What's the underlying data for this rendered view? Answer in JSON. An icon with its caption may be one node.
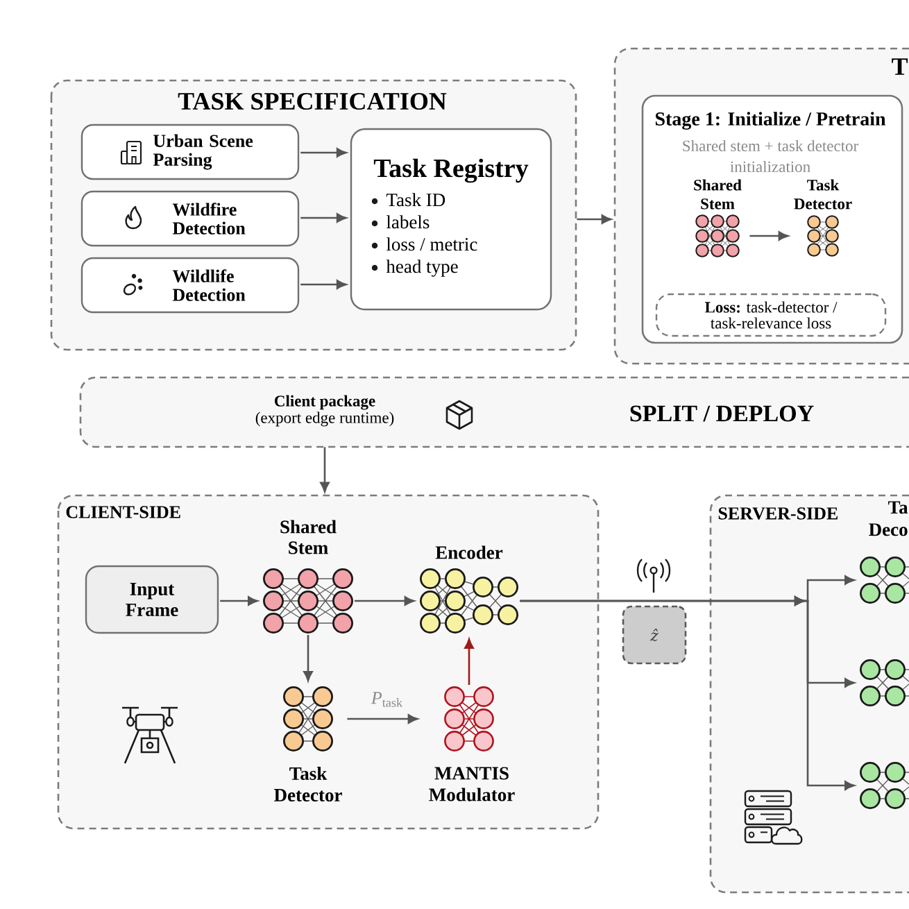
{
  "diagram": {
    "nodes": [
      {
        "text": [
          "TASK SPECIFICATION"
        ]
      },
      {
        "text": [
          "Urban Scene Parsing"
        ],
        "in": 0
      },
      {
        "text": [
          "Wildfire Detection"
        ],
        "in": 0
      },
      {
        "text": [
          "Wildlife Detection"
        ],
        "in": 0
      },
      {
        "text": [
          "Task Registry",
          "Task ID",
          "labels",
          "loss / metric",
          "head type"
        ],
        "in": 0
      },
      {
        "text": [
          "T"
        ]
      },
      {
        "text": [
          "Stage 1: Initialize / Pretrain",
          "Shared stem + task detector initialization"
        ],
        "in": 5
      },
      {
        "text": [
          "Shared Stem"
        ],
        "in": 6
      },
      {
        "text": [
          "Task Detector"
        ],
        "in": 6
      },
      {
        "text": [
          "**Loss:** task-detector / task-relevance loss"
        ],
        "in": 6
      },
      {
        "text": [
          "Client package",
          "(export edge runtime)",
          "SPLIT / DEPLOY"
        ]
      },
      {
        "text": [
          "CLIENT-SIDE"
        ]
      },
      {
        "text": [
          "Input Frame"
        ],
        "in": 11
      },
      {
        "text": [
          "Shared Stem"
        ],
        "in": 11
      },
      {
        "text": [
          "Encoder"
        ],
        "in": 11
      },
      {
        "text": [
          "Task Detector"
        ],
        "in": 11
      },
      {
        "text": [
          "MANTIS Modulator"
        ],
        "in": 11
      },
      {
        "text": [
          "ẑ"
        ]
      },
      {
        "text": [
          "SERVER-SIDE"
        ]
      },
      {
        "text": [
          "Ta Deco"
        ],
        "in": 18
      },
      {
        "text": [],
        "shape": "picture",
        "in": 18
      },
      {
        "text": [],
        "shape": "picture",
        "in": 18
      }
    ],
    "edges": [
      {
        "from": 1,
        "to": 4,
        "arrow": "to"
      },
      {
        "from": 2,
        "to": 4,
        "arrow": "to"
      },
      {
        "from": 3,
        "to": 4,
        "arrow": "to"
      },
      {
        "from": 0,
        "to": 5,
        "arrow": "to"
      },
      {
        "from": 7,
        "to": 8,
        "arrow": "to"
      },
      {
        "from": 10,
        "to": 11,
        "arrow": "to"
      },
      {
        "from": 12,
        "to": 13,
        "arrow": "to"
      },
      {
        "from": 13,
        "to": 14,
        "arrow": "to"
      },
      {
        "from": 13,
        "to": 15,
        "arrow": "to"
      },
      {
        "from": 15,
        "to": 16,
        "arrow": "to",
        "label": "*P*$_{task}$"
      },
      {
        "from": 16,
        "to": 14,
        "arrow": "to",
        "color": "#9e1b1b"
      },
      {
        "from": 14,
        "to": 19,
        "arrow": "to"
      },
      {
        "from": 14,
        "to": 20,
        "arrow": "to"
      },
      {
        "from": 14,
        "to": 21,
        "arrow": "to"
      }
    ]
  }
}
